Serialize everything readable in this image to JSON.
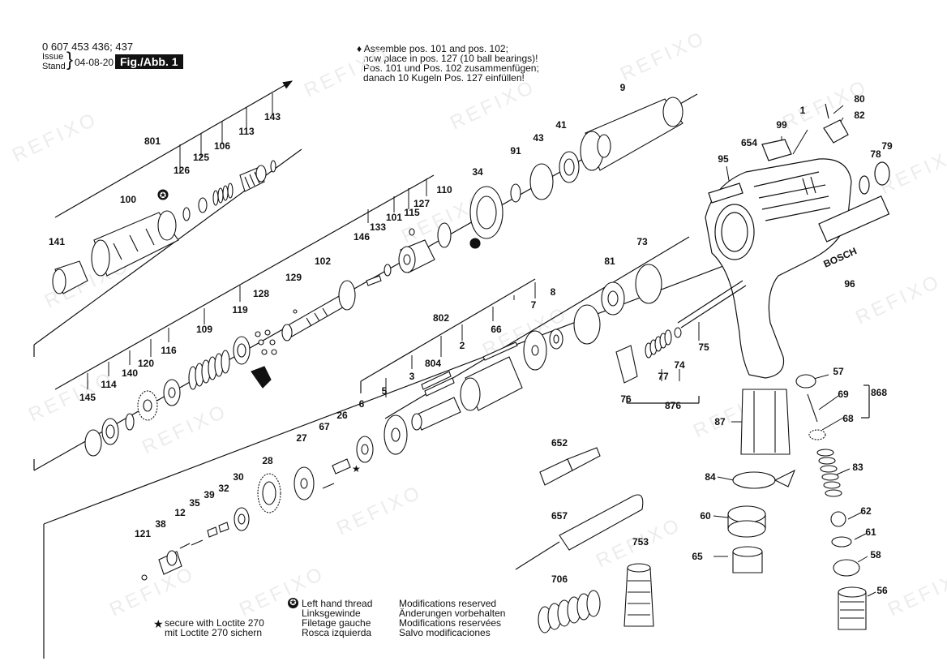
{
  "header": {
    "doc_number": "0 607 453 436; 437",
    "issue_label_en": "Issue",
    "issue_label_de": "Stand",
    "issue_date": "04-08-20",
    "figure_label": "Fig./Abb. 1"
  },
  "assembly_note": {
    "symbol": "♦",
    "lines": [
      "Assemble pos. 101 and pos. 102;",
      "now place in pos. 127 (10 ball bearings)!",
      "Pos. 101 und Pos. 102 zusammenfügen;",
      "danach 10 Kugeln Pos. 127 einfüllen!"
    ]
  },
  "watermark": "REFIXO",
  "legend": {
    "loctite": {
      "symbol": "★",
      "lines": [
        "secure with Loctite 270",
        "mit Loctite 270 sichern"
      ]
    },
    "left_hand_thread": {
      "symbol": "✪",
      "lines": [
        "Left hand thread",
        "Linksgewinde",
        "Filetage gauche",
        "Rosca izquierda"
      ]
    },
    "modifications": {
      "lines": [
        "Modifications reserved",
        "Änderungen vorbehalten",
        "Modifications reservées",
        "Salvo modificaciones"
      ]
    }
  },
  "brand_label": "BOSCH",
  "part_numbers": [
    "801",
    "126",
    "125",
    "106",
    "113",
    "143",
    "100",
    "141",
    "34",
    "91",
    "43",
    "41",
    "9",
    "110",
    "127",
    "115",
    "101",
    "133",
    "146",
    "102",
    "129",
    "128",
    "119",
    "109",
    "116",
    "120",
    "140",
    "114",
    "145",
    "802",
    "66",
    "7",
    "8",
    "2",
    "3",
    "804",
    "5",
    "6",
    "73",
    "81",
    "26",
    "67",
    "27",
    "28",
    "30",
    "32",
    "39",
    "35",
    "12",
    "38",
    "121",
    "1",
    "99",
    "654",
    "95",
    "80",
    "82",
    "78",
    "79",
    "96",
    "75",
    "74",
    "77",
    "76",
    "876",
    "57",
    "69",
    "868",
    "68",
    "87",
    "83",
    "84",
    "60",
    "62",
    "65",
    "61",
    "58",
    "56",
    "652",
    "657",
    "753",
    "706"
  ]
}
